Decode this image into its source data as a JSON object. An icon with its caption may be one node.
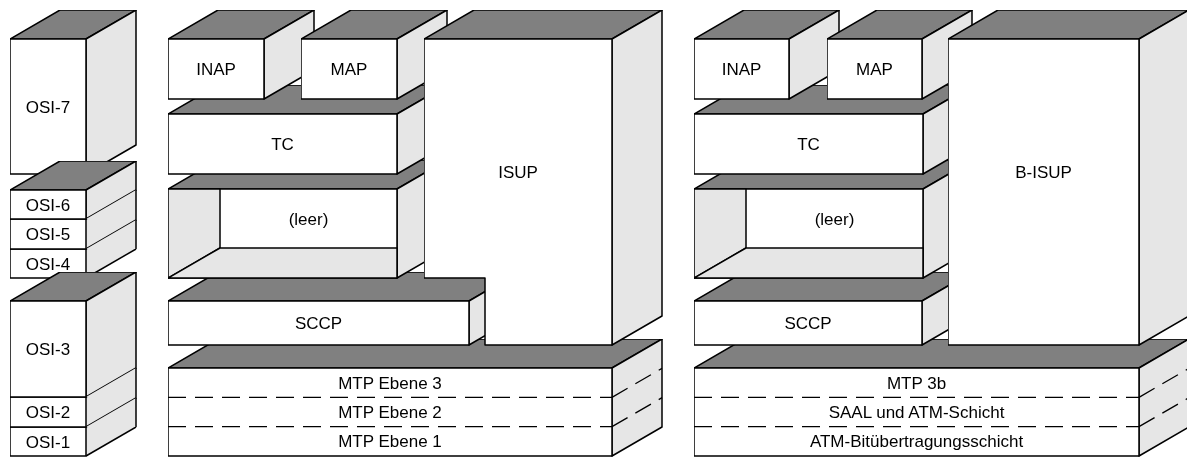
{
  "diagram": {
    "nodes": [
      {
        "text": [
          "OSI-7"
        ]
      },
      {
        "text": [
          "OSI-6"
        ]
      },
      {
        "text": [
          "OSI-5"
        ]
      },
      {
        "text": [
          "OSI-4"
        ]
      },
      {
        "text": [
          "OSI-3"
        ]
      },
      {
        "text": [
          "OSI-2"
        ]
      },
      {
        "text": [
          "OSI-1"
        ]
      },
      {
        "text": [
          "INAP"
        ]
      },
      {
        "text": [
          "MAP"
        ]
      },
      {
        "text": [
          "ISUP"
        ]
      },
      {
        "text": [
          "TC"
        ]
      },
      {
        "text": [
          "(leer)"
        ]
      },
      {
        "text": [
          "SCCP"
        ]
      },
      {
        "text": [
          "MTP Ebene 3",
          "MTP Ebene 2",
          "MTP Ebene 1"
        ]
      },
      {
        "text": [
          "INAP"
        ]
      },
      {
        "text": [
          "MAP"
        ]
      },
      {
        "text": [
          "B-ISUP"
        ]
      },
      {
        "text": [
          "TC"
        ]
      },
      {
        "text": [
          "(leer)"
        ]
      },
      {
        "text": [
          "SCCP"
        ]
      },
      {
        "text": [
          "MTP 3b",
          "SAAL und ATM-Schicht",
          "ATM-Bitübertragungsschicht"
        ]
      }
    ]
  }
}
